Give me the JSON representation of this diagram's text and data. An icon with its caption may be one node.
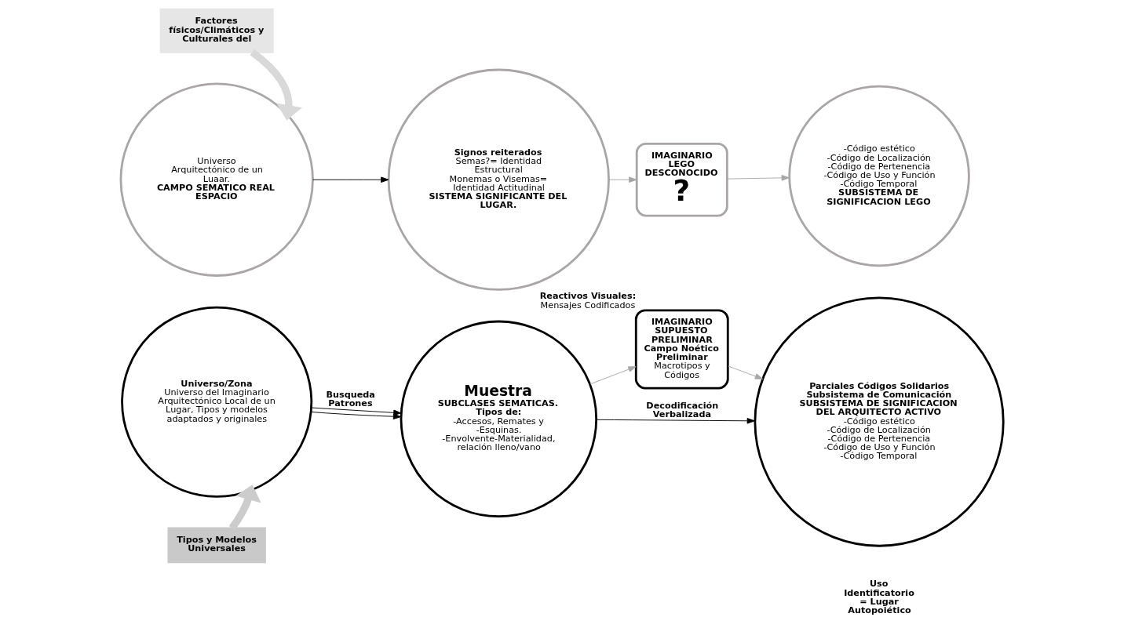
{
  "diagram": {
    "nodes": [
      {
        "text": [
          "Factores físicos/Climáticos y Culturales del"
        ]
      },
      {
        "text": [
          "Universo Arquitectónico de un Luaar.",
          "CAMPO SEMATICO REAL ESPACIO"
        ]
      },
      {
        "text": [
          "Signos reiterados",
          "Semas?= Identidad Estructural",
          "Monemas o Visemas= Identidad Actitudinal",
          "SISTEMA SIGNIFICANTE DEL LUGAR."
        ]
      },
      {
        "text": [
          "IMAGINARIO LEGO DESCONOCIDO",
          "?"
        ]
      },
      {
        "text": [
          "-Código estético",
          "-Código de Localización",
          "-Código de Pertenencia",
          "-Código de Uso y Función",
          "-Código Temporal",
          "SUBSISTEMA DE SIGNIFICACION LEGO"
        ]
      },
      {
        "text": [
          "Universo/Zona",
          "Universo del Imaginario Arquitectónico Local de un Lugar, Tipos y modelos adaptados y originales"
        ]
      },
      {
        "text": [
          "Muestra",
          "SUBCLASES SEMATICAS.",
          "Tipos de:",
          "-Accesos, Remates y -Esquinas.",
          "-Envolvente-Materialidad, relación lleno/vano"
        ]
      },
      {
        "text": [
          "IMAGINARIO SUPUESTO PRELIMINAR",
          "Campo Noético Preliminar",
          "Macrotipos y Códigos"
        ],
        "beside": [
          "Reactivos Visuales:",
          "Mensajes Codificados"
        ]
      },
      {
        "text": [
          "Parciales Códigos Solidarios Subsistema de Comunicación",
          "SUBSISTEMA DE SIGNIFICACION DEL ARQUITECTO ACTIVO",
          "-Código estético",
          "-Código de Localización",
          "-Código de Pertenencia",
          "-Código de Uso y Función",
          "-Código Temporal"
        ]
      },
      {
        "text": [
          "Tipos y Modelos Universales"
        ]
      }
    ],
    "edges": [
      {
        "from": 0,
        "to": 1,
        "arrow": "to",
        "style": "thick",
        "color": "#d9d9d9"
      },
      {
        "from": 1,
        "to": 2,
        "arrow": "to"
      },
      {
        "from": 2,
        "to": 3,
        "arrow": "to",
        "color": "#a6a6a6"
      },
      {
        "from": 3,
        "to": 4,
        "arrow": "to",
        "color": "#a6a6a6"
      },
      {
        "from": 5,
        "to": 6,
        "arrow": "to",
        "label": "Busqueda Patrones"
      },
      {
        "from": 5,
        "to": 6,
        "arrow": "to"
      },
      {
        "from": 6,
        "to": 8,
        "arrow": "to",
        "label": "Decodificación Verbalizada"
      },
      {
        "from": 6,
        "to": 7,
        "arrow": "to",
        "color": "#a6a6a6"
      },
      {
        "from": 7,
        "to": 8,
        "arrow": "to",
        "color": "#a6a6a6"
      },
      {
        "from": 9,
        "to": 5,
        "arrow": "to",
        "style": "thick",
        "color": "#cccccc"
      }
    ],
    "labels": [
      "Uso Identificatorio = Lugar Autopoiético"
    ]
  }
}
